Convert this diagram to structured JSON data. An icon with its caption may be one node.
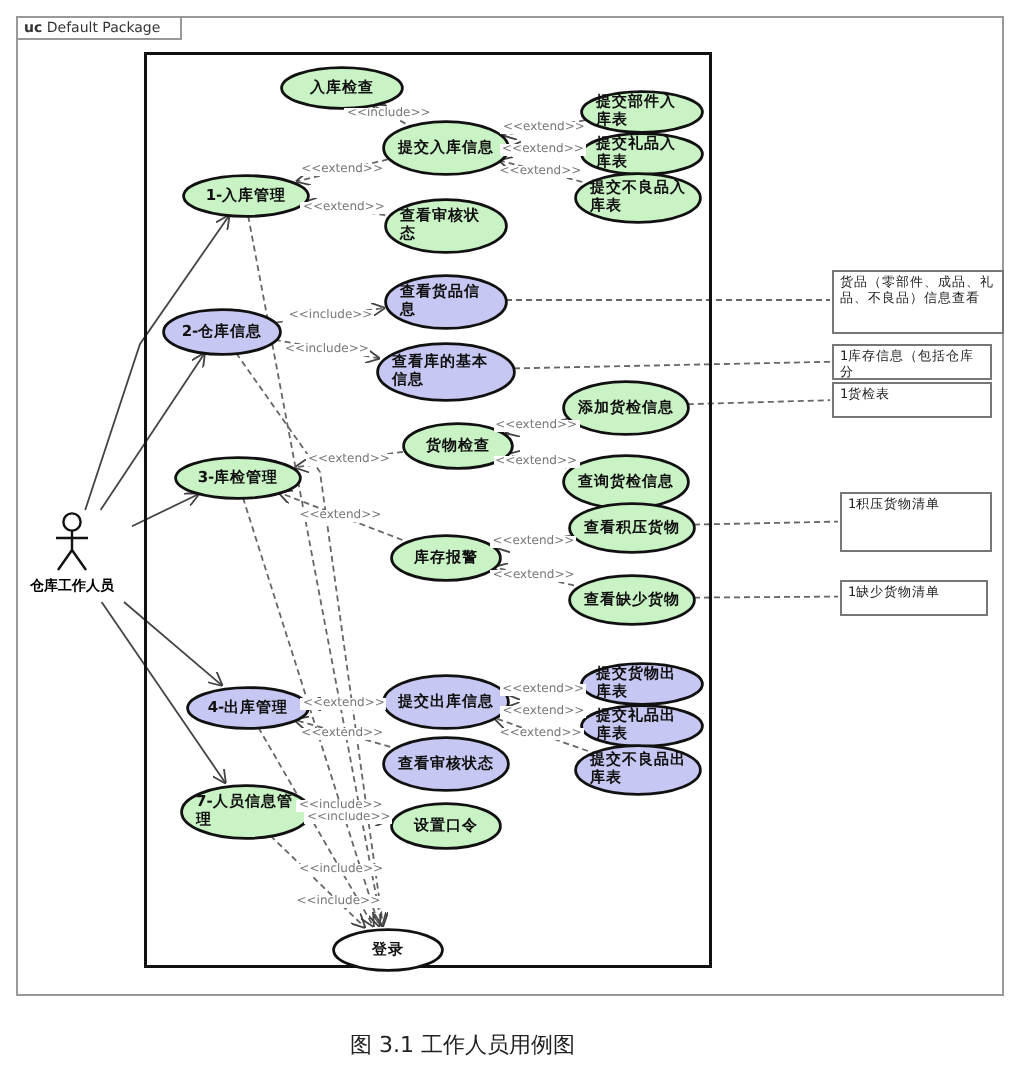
{
  "diagram": {
    "caption": "图 3.1 工作人员用例图",
    "nodes": [
      {
        "text": [
          "**uc** Default Package"
        ]
      },
      {
        "text": [
          "入库检查"
        ],
        "in": 0
      },
      {
        "text": [
          "提交入库信息"
        ],
        "in": 0
      },
      {
        "text": [
          "提交部件入库表"
        ],
        "in": 0
      },
      {
        "text": [
          "提交礼品入库表"
        ],
        "in": 0
      },
      {
        "text": [
          "提交不良品入库表"
        ],
        "in": 0
      },
      {
        "text": [
          "1-入库管理"
        ],
        "in": 0
      },
      {
        "text": [
          "查看审核状态"
        ],
        "in": 0
      },
      {
        "text": [
          "查看货品信息"
        ],
        "in": 0
      },
      {
        "text": [
          "货品（零部件、成品、礼品、不良品）信息查看"
        ],
        "in": 0
      },
      {
        "text": [
          "2-仓库信息"
        ],
        "in": 0
      },
      {
        "text": [
          "查看库的基本信息"
        ],
        "in": 0
      },
      {
        "text": [
          "1库存信息（包括仓库分"
        ],
        "in": 0
      },
      {
        "text": [
          "添加货检信息"
        ],
        "in": 0
      },
      {
        "text": [
          "1货检表"
        ],
        "in": 0
      },
      {
        "text": [
          "货物检查"
        ],
        "in": 0
      },
      {
        "text": [
          "3-库检管理"
        ],
        "in": 0
      },
      {
        "text": [
          "查询货检信息"
        ],
        "in": 0
      },
      {
        "text": [
          "1积压货物清单"
        ],
        "in": 0
      },
      {
        "text": [
          "查看积压货物"
        ],
        "in": 0
      },
      {
        "text": [
          "仓库工作人员"
        ],
        "in": 0
      },
      {
        "text": [
          "库存报警"
        ],
        "in": 0
      },
      {
        "text": [
          "查看缺少货物"
        ],
        "in": 0
      },
      {
        "text": [
          "1缺少货物清单"
        ],
        "in": 0
      },
      {
        "text": [
          "提交货物出库表"
        ],
        "in": 0
      },
      {
        "text": [
          "提交出库信息"
        ],
        "in": 0
      },
      {
        "text": [
          "4-出库管理"
        ],
        "in": 0
      },
      {
        "text": [
          "提交礼品出库表"
        ],
        "in": 0
      },
      {
        "text": [
          "提交不良品出库表"
        ],
        "in": 0
      },
      {
        "text": [
          "查看审核状态"
        ],
        "in": 0
      },
      {
        "text": [
          "7-人员信息管理"
        ],
        "in": 0
      },
      {
        "text": [
          "设置口令"
        ],
        "in": 0
      },
      {
        "text": [
          "登录"
        ],
        "in": 0
      }
    ],
    "edges": [
      {
        "from": 20,
        "to": 6,
        "arrow": "to"
      },
      {
        "from": 20,
        "to": 10,
        "arrow": "to"
      },
      {
        "from": 20,
        "to": 16,
        "arrow": "to"
      },
      {
        "from": 20,
        "to": 26,
        "arrow": "to"
      },
      {
        "from": 20,
        "to": 30,
        "arrow": "to"
      },
      {
        "from": 2,
        "to": 1,
        "arrow": "to",
        "label": "<<include>>",
        "style": "dashed"
      },
      {
        "from": 2,
        "to": 6,
        "arrow": "to",
        "label": "<<extend>>",
        "style": "dashed"
      },
      {
        "from": 7,
        "to": 6,
        "arrow": "to",
        "label": "<<extend>>",
        "style": "dashed"
      },
      {
        "from": 3,
        "to": 2,
        "arrow": "to",
        "label": "<<extend>>",
        "style": "dashed"
      },
      {
        "from": 4,
        "to": 2,
        "arrow": "to",
        "label": "<<extend>>",
        "style": "dashed"
      },
      {
        "from": 5,
        "to": 2,
        "arrow": "to",
        "label": "<<extend>>",
        "style": "dashed"
      },
      {
        "from": 10,
        "to": 8,
        "arrow": "to",
        "label": "<<include>>",
        "style": "dashed"
      },
      {
        "from": 10,
        "to": 11,
        "arrow": "to",
        "label": "<<include>>",
        "style": "dashed"
      },
      {
        "from": 8,
        "to": 9,
        "arrow": "none",
        "style": "dashed"
      },
      {
        "from": 11,
        "to": 12,
        "arrow": "none",
        "style": "dashed"
      },
      {
        "from": 13,
        "to": 14,
        "arrow": "none",
        "style": "dashed"
      },
      {
        "from": 15,
        "to": 16,
        "arrow": "to",
        "label": "<<extend>>",
        "style": "dashed"
      },
      {
        "from": 13,
        "to": 15,
        "arrow": "to",
        "label": "<<extend>>",
        "style": "dashed"
      },
      {
        "from": 17,
        "to": 15,
        "arrow": "to",
        "label": "<<extend>>",
        "style": "dashed"
      },
      {
        "from": 21,
        "to": 16,
        "arrow": "to",
        "label": "<<extend>>",
        "style": "dashed"
      },
      {
        "from": 19,
        "to": 21,
        "arrow": "to",
        "label": "<<extend>>",
        "style": "dashed"
      },
      {
        "from": 22,
        "to": 21,
        "arrow": "to",
        "label": "<<extend>>",
        "style": "dashed"
      },
      {
        "from": 19,
        "to": 18,
        "arrow": "none",
        "style": "dashed"
      },
      {
        "from": 22,
        "to": 23,
        "arrow": "none",
        "style": "dashed"
      },
      {
        "from": 25,
        "to": 26,
        "arrow": "to",
        "label": "<<extend>>",
        "style": "dashed"
      },
      {
        "from": 29,
        "to": 26,
        "arrow": "to",
        "label": "<<extend>>",
        "style": "dashed"
      },
      {
        "from": 24,
        "to": 25,
        "arrow": "to",
        "label": "<<extend>>",
        "style": "dashed"
      },
      {
        "from": 27,
        "to": 25,
        "arrow": "to",
        "label": "<<extend>>",
        "style": "dashed"
      },
      {
        "from": 28,
        "to": 25,
        "arrow": "to",
        "label": "<<extend>>",
        "style": "dashed"
      },
      {
        "from": 30,
        "to": 31,
        "arrow": "to",
        "label": "<<include>>",
        "style": "dashed"
      },
      {
        "from": 6,
        "to": 32,
        "arrow": "to",
        "style": "dashed"
      },
      {
        "from": 10,
        "to": 32,
        "arrow": "to",
        "style": "dashed"
      },
      {
        "from": 16,
        "to": 32,
        "arrow": "to",
        "label": "<<include>>",
        "style": "dashed"
      },
      {
        "from": 26,
        "to": 32,
        "arrow": "to",
        "label": "<<include>>",
        "style": "dashed"
      },
      {
        "from": 30,
        "to": 32,
        "arrow": "to",
        "label": "<<include>>",
        "style": "dashed"
      }
    ]
  }
}
